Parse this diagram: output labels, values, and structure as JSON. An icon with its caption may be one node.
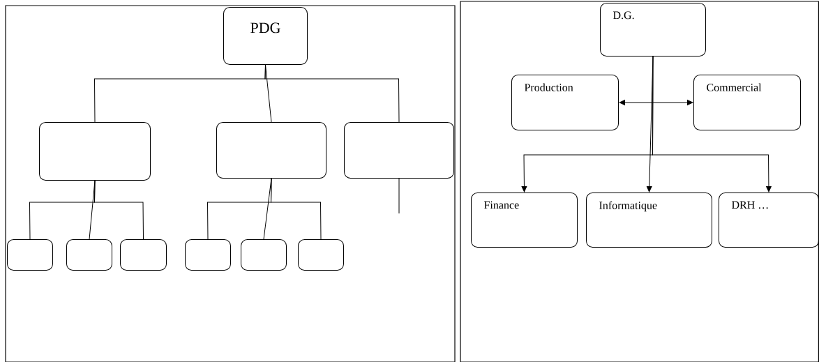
{
  "diagram": {
    "nodes": [
      {
        "text": [
          "PDG"
        ]
      },
      {
        "text": [],
        "shape": "box"
      },
      {
        "text": [],
        "shape": "box"
      },
      {
        "text": [],
        "shape": "box"
      },
      {
        "text": [],
        "shape": "box"
      },
      {
        "text": [],
        "shape": "box"
      },
      {
        "text": [],
        "shape": "box"
      },
      {
        "text": [],
        "shape": "box"
      },
      {
        "text": [],
        "shape": "box"
      },
      {
        "text": [],
        "shape": "box"
      },
      {
        "text": [
          "D.G."
        ]
      },
      {
        "text": [
          "Production"
        ]
      },
      {
        "text": [
          "Commercial"
        ]
      },
      {
        "text": [
          "Finance"
        ]
      },
      {
        "text": [
          "Informatique"
        ]
      },
      {
        "text": [
          "DRH …"
        ]
      }
    ],
    "edges": [
      {
        "from": 0,
        "to": 1,
        "arrow": "none"
      },
      {
        "from": 0,
        "to": 2,
        "arrow": "none"
      },
      {
        "from": 0,
        "to": 3,
        "arrow": "none"
      },
      {
        "from": 1,
        "to": 4,
        "arrow": "none"
      },
      {
        "from": 1,
        "to": 5,
        "arrow": "none"
      },
      {
        "from": 1,
        "to": 6,
        "arrow": "none"
      },
      {
        "from": 2,
        "to": 7,
        "arrow": "none"
      },
      {
        "from": 2,
        "to": 8,
        "arrow": "none"
      },
      {
        "from": 2,
        "to": 9,
        "arrow": "none"
      },
      {
        "from": 3,
        "to": null,
        "arrow": "none"
      },
      {
        "from": 10,
        "to": 13,
        "arrow": "to"
      },
      {
        "from": 10,
        "to": 14,
        "arrow": "to"
      },
      {
        "from": 10,
        "to": 15,
        "arrow": "to"
      },
      {
        "from": 11,
        "to": 12,
        "arrow": "both"
      }
    ]
  }
}
